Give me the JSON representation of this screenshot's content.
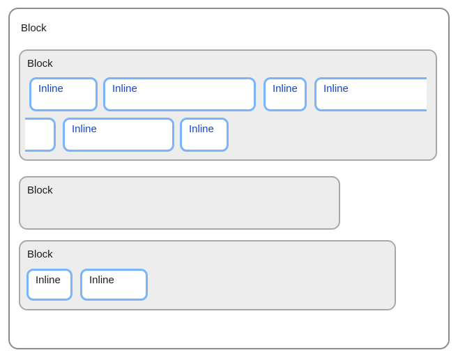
{
  "colors": {
    "outer_border": "#8c8c8c",
    "block_bg": "#ededed",
    "block_border": "#a8a8a8",
    "inline_border": "#79b5f8",
    "inline_text_blue": "#1446c8",
    "text_dark": "#1b1b1b"
  },
  "outer_block": {
    "label": "Block"
  },
  "inline_block_container": {
    "label": "Block",
    "line1": [
      "Inline",
      "Inline",
      "Inline",
      "Inline"
    ],
    "line2": [
      "Inline",
      "Inline"
    ]
  },
  "empty_block": {
    "label": "Block"
  },
  "bottom_block": {
    "label": "Block",
    "inlines": [
      "Inline",
      "Inline"
    ]
  }
}
